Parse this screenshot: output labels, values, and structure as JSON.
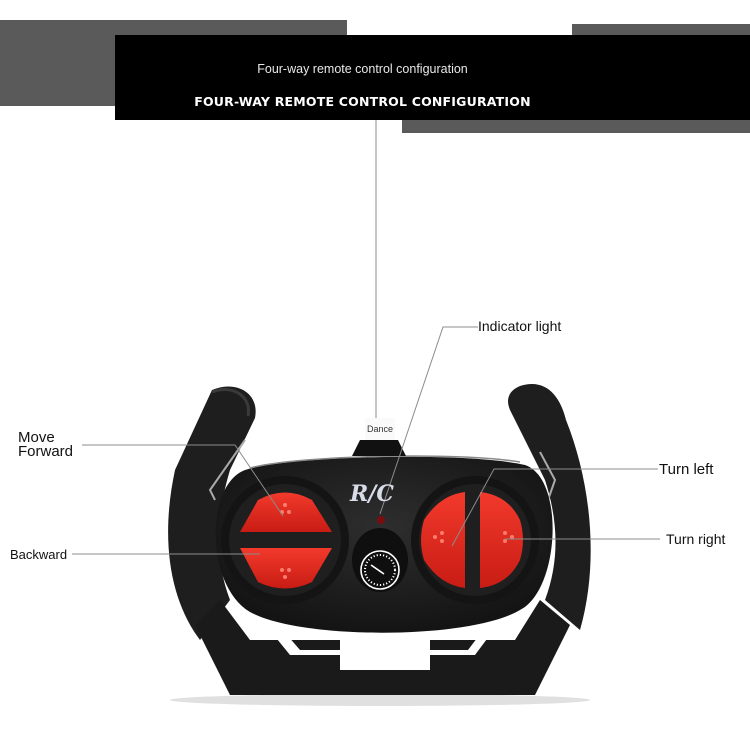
{
  "header": {
    "subtitle": "Four-way remote control configuration",
    "title": "FOUR-WAY REMOTE CONTROL CONFIGURATION"
  },
  "remote": {
    "brand_mark": "R/C",
    "dance_label": "Dance",
    "colors": {
      "body": "#1c1c1c",
      "button_red": "#e0281e",
      "band_gray": "#5a5a5a",
      "band_black": "#000000",
      "indicator": "#7a0d0d"
    }
  },
  "callouts": {
    "indicator_light": "Indicator light",
    "move_forward_line1": "Move",
    "move_forward_line2": "Forward",
    "backward": "Backward",
    "turn_left": "Turn left",
    "turn_right": "Turn right"
  }
}
